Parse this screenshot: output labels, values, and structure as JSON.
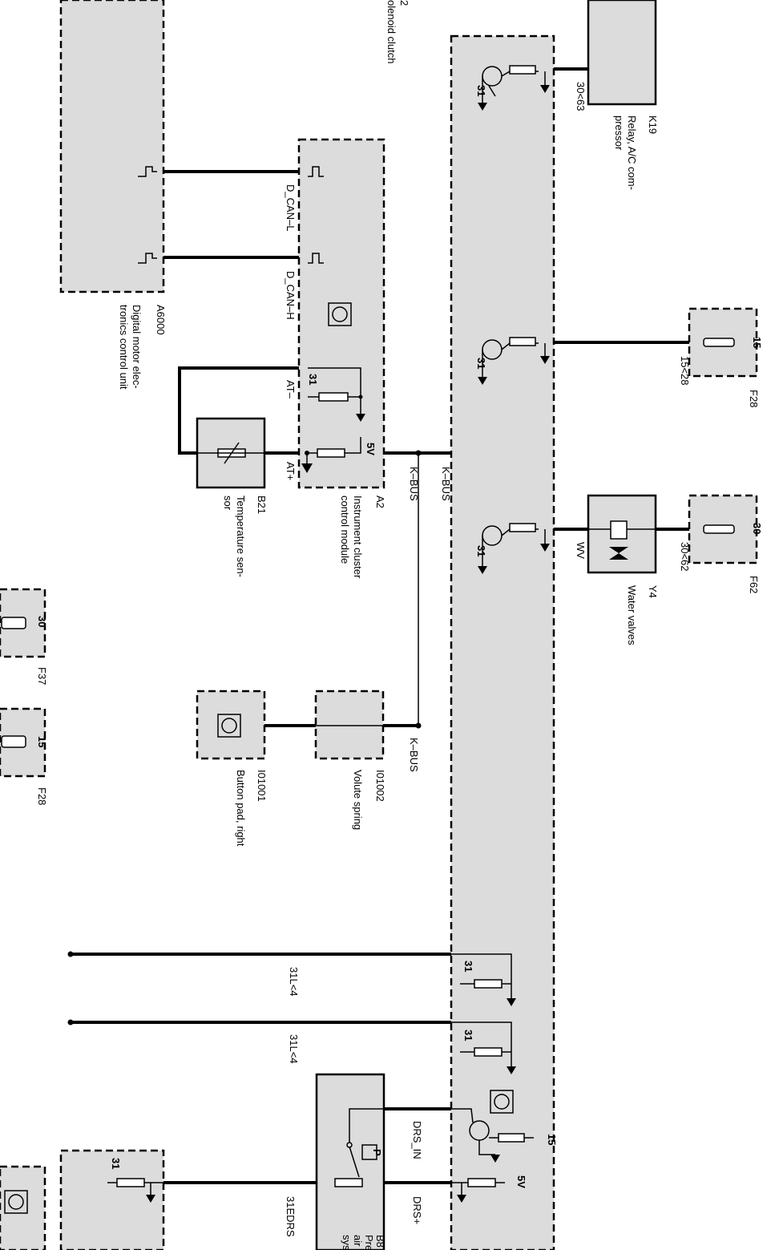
{
  "components": {
    "a6000": {
      "id": "A6000",
      "lines": [
        "Digital motor elec-",
        "tronics control unit"
      ]
    },
    "a2": {
      "id": "A2",
      "lines": [
        "Instrument cluster",
        "control module"
      ]
    },
    "b21": {
      "id": "B21",
      "lines": [
        "Temperature sen-",
        "sor"
      ]
    },
    "i01001": {
      "id": "I01001",
      "lines": [
        "Button pad, right"
      ]
    },
    "i01002": {
      "id": "I01002",
      "lines": [
        "Volute spring"
      ]
    },
    "k19": {
      "id": "K19",
      "lines": [
        "Relay, A/C com-",
        "pressor"
      ]
    },
    "y4": {
      "id": "Y4",
      "lines": [
        "Water valves"
      ]
    },
    "f28_top": {
      "id": "F28",
      "pin": "15"
    },
    "f62": {
      "id": "F62",
      "pin": "30"
    },
    "f37": {
      "id": "F37",
      "pin": "30"
    },
    "f28_bottom": {
      "id": "F28",
      "pin": "15"
    },
    "b8": {
      "id": "B8",
      "lines": [
        "Pre",
        "air",
        "sys"
      ]
    },
    "top_cut": {
      "lines": [
        "2",
        "olenoid clutch"
      ]
    }
  },
  "signals": {
    "d_can_l": "D_CAN–L",
    "d_can_h": "D_CAN–H",
    "at_minus": "AT–",
    "at_plus": "AT+",
    "k_bus": "K–BUS",
    "k_bus_2": "K–BUS",
    "k_bus_3": "K–BUS",
    "wv": "WV",
    "drs_in": "DRS_IN",
    "drs_plus": "DRS+",
    "r_31l4_a": "31L<4",
    "r_31l4_b": "31L<4",
    "r_31edrs": "31EDRS",
    "r_30_63": "30<63",
    "r_15_28": "15<28",
    "r_30_62": "30<62"
  },
  "pins": {
    "p31": "31",
    "p5v": "5V",
    "p15": "15",
    "p30": "30"
  },
  "colors": {
    "module_fill": "#dcdcdc",
    "line": "#000000"
  }
}
